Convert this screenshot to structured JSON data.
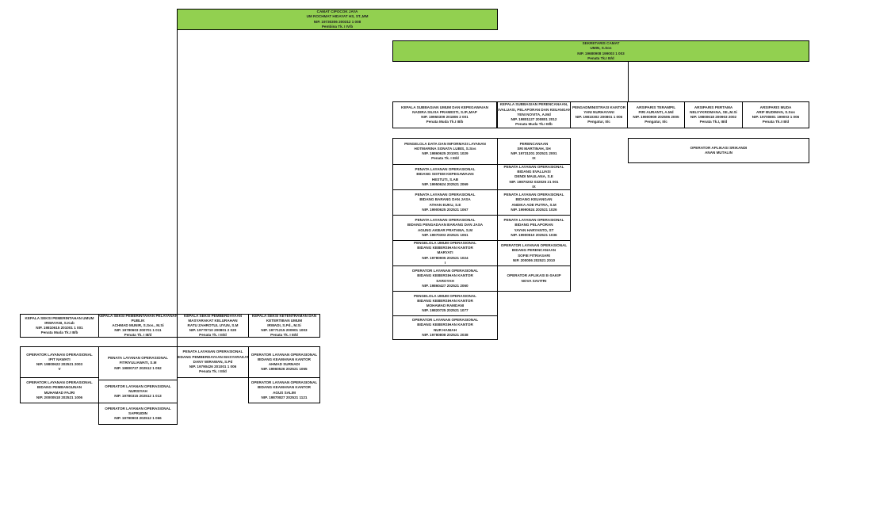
{
  "camat": {
    "lines": [
      "CAMAT CIPOCOK JAYA",
      "UM ROCHMAT HIDAYAT HS, ST.,MM",
      "NIP. 19730306 200312 1 008",
      "Pembina Tk. I IV/b"
    ]
  },
  "sekretaris": {
    "lines": [
      "SEKRETARIS CAMAT",
      "UMIN, S.Sos",
      "NIP. 19680908 199003 1 003",
      "Penata Tk.I III/d"
    ]
  },
  "staff_row": [
    {
      "lines": [
        "KEPALA SUBBAGIAN UMUM DAN KEPEGAWAIAN",
        "NADIRA SILVIA PRAMESTI, S.IP.,MAP",
        "NIP. 19950309 201806 2 001",
        "Penata Muda Tk.I III/b"
      ]
    },
    {
      "lines": [
        "KEPALA SUBBAGIAN PERENCANAAN,",
        "EVALUASI, PELAPORAN DAN KEUANGAN",
        "YENI NOVITA, A.Md",
        "NIP. 19801127 200801 2012",
        "Penata Muda Tk.I III/b"
      ]
    },
    {
      "lines": [
        "PENGADMINISTRASI KANTOR",
        "YANI NURHAYANI",
        "NIP. 19810302 200801 1 006",
        "Pengatur, II/c"
      ]
    },
    {
      "lines": [
        "ARSIPARIS TERAMPIL",
        "FIRI AURANTI, A.Md",
        "NIP. 19900909 202506 2005",
        "Pengatur, II/c"
      ]
    },
    {
      "lines": [
        "ARSIPARIS PERTAMA",
        "NELVYKROMANA, SE.,M.Si",
        "NIP. 19800618 200903 2002",
        "Penata Tk.I, III/d"
      ]
    },
    {
      "lines": [
        "ARSIPARIS MUDA",
        "ARIF BUDIMAN, S.Sos",
        "NIP. 19700801 199003 1 006",
        "Penata Tk.I III/d"
      ]
    }
  ],
  "umum_column": [
    {
      "lines": [
        "PENGELOLA DATA DAN INFORMASI LAYANAN",
        "HOTMARINA SONATA LUBIS, S.Sos",
        "NIP. 19860625 201001 1029",
        "Penata Tk. I III/d"
      ]
    },
    {
      "lines": [
        "PENATA LAYANAN OPERASIONAL",
        "BIDANG SISTEM KEPEGAWAIAN",
        "HESTUTI, S.AB",
        "NIP. 19950624 202521 2069"
      ]
    },
    {
      "lines": [
        "PENATA LAYANAN OPERASIONAL",
        "BIDANG BARANG DAN JASA",
        "ATHAN EUKU, S.E",
        "NIP. 19900625 202521 1067"
      ]
    },
    {
      "lines": [
        "PENATA LAYANAN OPERASIONAL",
        "BIDANG PENGADAAN BARANG DAN JASA",
        "AGUNG AKBAR PRATAMA, S.M",
        "NIP. 19970303 202521 1061"
      ]
    },
    {
      "lines": [
        "PENGELOLA UMUM OPERASIONAL",
        "BIDANG KEBERSIHAN KANTOR",
        "MARYATI",
        "NIP. 19780905 202521 1024",
        "I"
      ]
    },
    {
      "lines": [
        "OPERATOR LAYANAN OPERASIONAL",
        "BIDANG KEBERSIHAN KANTOR",
        "SAROYAH",
        "NIP. 19860427 202521 2060"
      ]
    },
    {
      "lines": [
        "PENGELOLA UMUM OPERASIONAL",
        "BIDANG KEBERSIHAN KANTOR",
        "MOHAMAD RAMDANI",
        "NIP. 19820725 202521 1077"
      ]
    },
    {
      "lines": [
        "OPERATOR LAYANAN OPERASIONAL",
        "BIDANG KEBERSIHAN KANTOR",
        "NUR HANIAH",
        "NIP. 19780808 202521 2038"
      ]
    }
  ],
  "perencanaan_column": [
    {
      "lines": [
        "PERENCANAAN",
        "SRI MARTINAH, SH",
        "NIP. 19731201 202521 2001",
        "IX"
      ]
    },
    {
      "lines": [
        "PENATA LAYANAN OPERASIONAL",
        "BIDANG EVALUASI",
        "DENDI MAULANA, S.E",
        "NIP. 19870202 032025 21 001",
        "IX"
      ]
    },
    {
      "lines": [
        "PENATA LAYANAN OPERASIONAL",
        "BIDANG KEUANGAN",
        "ANDIKA ADE PUTRA, S.M",
        "NIP. 19990524 202521 1026"
      ]
    },
    {
      "lines": [
        "PENATA LAYANAN OPERASIONAL",
        "BIDANG PELAPORAN",
        "YAYAN HARYANTO, ST",
        "NIP. 19900510 202521 1036"
      ]
    },
    {
      "lines": [
        "OPERATOR LAYANAN OPERASIONAL",
        "BIDANG PERENCANAAN",
        "SOFIE FITRIASARI",
        "NIP. 200006 202521 2010"
      ]
    },
    {
      "lines": [
        "OPERATOR APLIKASI E-SAKIP",
        "NOVA SAVITRI"
      ]
    }
  ],
  "srikandi": {
    "lines": [
      "OPERATOR APLIKASI SRIKANDI",
      "ANAN MUTALIN"
    ]
  },
  "kasi_row": [
    {
      "lines": [
        "KEPALA SEKSI PEMERINTAHAN UMUM",
        "IRWAYANI, S.Kab",
        "NIP. 19810615 201001 1 001",
        "Penata Muda Tk.I III/b"
      ]
    },
    {
      "lines": [
        "KEPALA SEKSI PEMERINTAHAN PELAYANAN",
        "PUBLIK",
        "ACHMAD MUNIR, S.Sos., M.Si",
        "NIP. 19780603 200701 1 011",
        "Penata Tk. I III/d"
      ]
    },
    {
      "lines": [
        "KEPALA SEKSI PEMBERDAYAAN",
        "MASYARAKAT KELURAHAN",
        "RATU ZAHROTUL UYUN, S.M",
        "NIP. 19770710 200801 2 020",
        "Penata Tk. I III/d"
      ]
    },
    {
      "lines": [
        "KEPALA SEKSI KETENTRAMAN DAN",
        "KETERTIBAN UMUM",
        "IRWADI, S.Pd., M.Si",
        "NIP. 19771215 200901 1003",
        "Penata Tk. I III/d"
      ]
    }
  ],
  "kasi_staff": [
    {
      "lines": [
        "OPERATOR LAYANAN OPERASIONAL",
        "IPIT NAWATI",
        "NIP. 19800622 202521 2003",
        "V"
      ]
    },
    {
      "lines": [
        "OPERATOR LAYANAN OPERASIONAL",
        "BIDANG PEMBANGUNAN",
        "MUHAMAD FAJRI",
        "NIP. 20000518 202521 1006"
      ]
    },
    {
      "lines": [
        "PENATA LAYANAN OPERASIONAL",
        "FITRIYULIAWATI, S.M",
        "NIP. 19800727 202512 1 052"
      ]
    },
    {
      "lines": [
        "OPERATOR LAYANAN OPERASIONAL",
        "NURSIYAH",
        "NIP. 19780315 202512 1 013"
      ]
    },
    {
      "lines": [
        "OPERATOR LAYANAN OPERASIONAL",
        "SAPRUDIN",
        "NIP. 19790903 202512 1 066"
      ]
    },
    {
      "lines": [
        "PENATA LAYANAN OPERASIONAL",
        "BIDANG PEMBERDAYAAN MASYARAKAT",
        "DANY WIRAWAN, S.Pd",
        "NIP. 19790426 201001 1 006",
        "Penata Tk. I III/d"
      ]
    },
    {
      "lines": [
        "OPERATOR LAYANAN OPERASIONAL",
        "BIDANG KEAMANAN KANTOR",
        "AHMAD SURNADI",
        "NIP. 19960526 202521 1055"
      ]
    },
    {
      "lines": [
        "OPERATOR LAYANAN OPERASIONAL",
        "BIDANG KEAMANAN KANTOR",
        "AGUS SALIM",
        "NIP. 19870827 202521 1121"
      ]
    }
  ],
  "colors": {
    "highlight": "#92d050",
    "border": "#000000"
  }
}
